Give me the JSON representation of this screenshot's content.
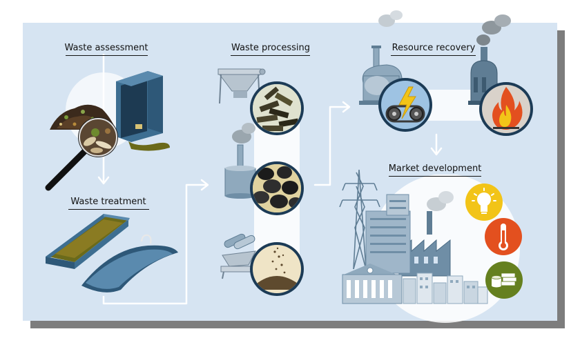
{
  "stages": {
    "waste_assessment": "Waste assessment",
    "waste_processing": "Waste processing",
    "resource_recovery": "Resource recovery",
    "waste_treatment": "Waste treatment",
    "market_development": "Market development"
  },
  "colors": {
    "panel": "#d6e4f2",
    "shadow": "#7d7d7d",
    "flow": "#ffffff",
    "machine_blue": "#3d6e91",
    "machine_grey": "#8fa9bd",
    "dark_outline": "#1c3b56",
    "lamp_yellow": "#f2c418",
    "thermo_orange": "#e3501f",
    "money_green": "#65801f"
  },
  "icons": [
    "compost-pile-icon",
    "magnifier-icon",
    "bin-icon",
    "sludge-tray-icon",
    "bag-icon",
    "hopper-icon",
    "chimney-icon",
    "rollers-icon",
    "pellets-icon",
    "coal-icon",
    "powder-icon",
    "turbine-icon",
    "boiler-icon",
    "energy-gear-icon",
    "flame-icon",
    "pylon-icon",
    "factory-icon",
    "city-icon",
    "lightbulb-icon",
    "thermometer-icon",
    "money-icon"
  ]
}
